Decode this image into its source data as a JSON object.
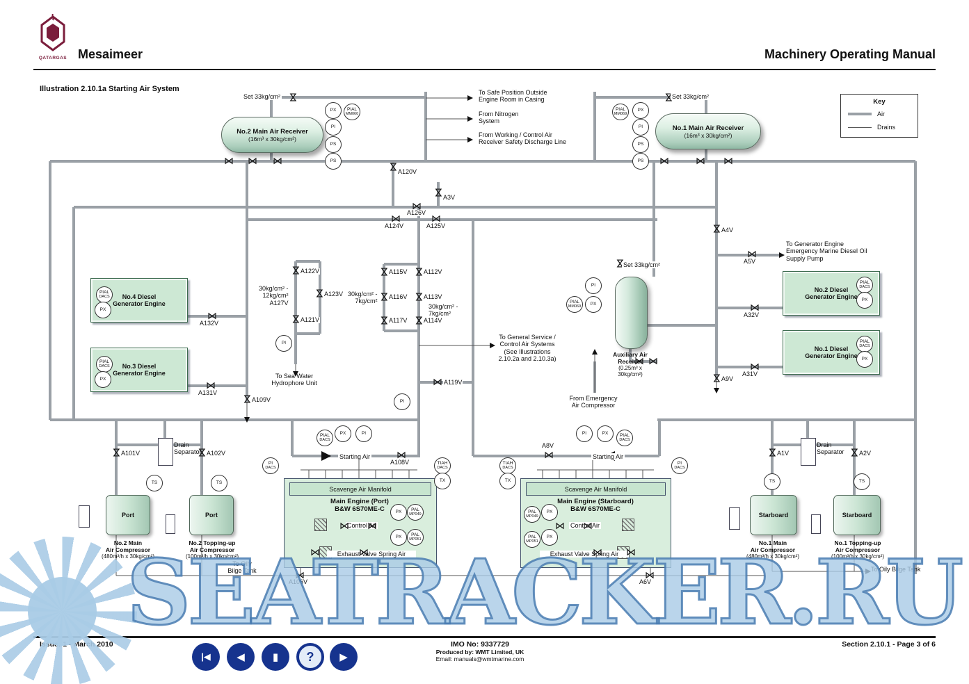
{
  "header": {
    "logo_text": "QATARGAS",
    "site": "Mesaimeer",
    "manual_title": "Machinery Operating Manual",
    "illustration_title": "Illustration 2.10.1a Starting Air System"
  },
  "key": {
    "title": "Key",
    "air_label": "Air",
    "drains_label": "Drains"
  },
  "icons": {
    "valve": "⋈"
  },
  "receivers": {
    "no2": {
      "name": "No.2 Main Air Receiver",
      "spec": "(16m³ x 30kg/cm²)"
    },
    "no1": {
      "name": "No.1 Main Air Receiver",
      "spec": "(16m³ x 30kg/cm²)"
    },
    "aux": {
      "name": "Auxiliary Air\nReceiver",
      "spec": "(0.25m³ x\n30kg/cm²)"
    }
  },
  "generators": [
    {
      "name": "No.4 Diesel\nGenerator Engine"
    },
    {
      "name": "No.3 Diesel\nGenerator Engine"
    },
    {
      "name": "No.2 Diesel\nGenerator Engine"
    },
    {
      "name": "No.1 Diesel\nGenerator Engine"
    }
  ],
  "main_engines": {
    "port": {
      "name": "Main Engine (Port)\nB&W 6S70ME-C",
      "manifold": "Scavenge Air Manifold",
      "control_air": "Control Air",
      "exhaust_air": "Exhaust Valve Spring Air"
    },
    "starboard": {
      "name": "Main Engine (Starboard)\nB&W 6S70ME-C",
      "manifold": "Scavenge Air Manifold",
      "control_air": "Control Air",
      "exhaust_air": "Exhaust Valve Spring Air"
    }
  },
  "compressors": [
    {
      "tag": "Port",
      "name": "No.2 Main\nAir Compressor",
      "spec": "(480m³/h x 30kg/cm²)"
    },
    {
      "tag": "Port",
      "name": "No.2 Topping-up\nAir Compressor",
      "spec": "(100m³/h x 30kg/cm²)"
    },
    {
      "tag": "Starboard",
      "name": "No.1 Main\nAir Compressor",
      "spec": "(480m³/h x 30kg/cm²)"
    },
    {
      "tag": "Starboard",
      "name": "No.1 Topping-up\nAir Compressor",
      "spec": "(100m³/h x 30kg/cm²)"
    }
  ],
  "valves": {
    "a120v": "A120V",
    "a3v": "A3V",
    "a126v": "A126V",
    "a124v": "A124V",
    "a125v": "A125V",
    "a4v": "A4V",
    "a5v": "A5V",
    "a122v": "A122V",
    "a123v": "A123V",
    "a121v": "A121V",
    "a115v": "A115V",
    "a112v": "A112V",
    "a116v": "A116V",
    "a113v": "A113V",
    "a117v": "A117V",
    "a114v": "A114V",
    "a132v": "A132V",
    "a32v": "A32V",
    "a131v": "A131V",
    "a31v": "A31V",
    "a9v": "A9V",
    "a109v": "A109V",
    "a119v": "A119V",
    "a101v": "A101V",
    "a102v": "A102V",
    "a108v": "A108V",
    "a8v": "A8V",
    "a1v": "A1V",
    "a2v": "A2V",
    "a106v": "A106V",
    "a6v": "A6V"
  },
  "instruments": [
    {
      "l": "PX"
    },
    {
      "l": "PIAL",
      "s": "MM060"
    },
    {
      "l": "PI"
    },
    {
      "l": "PS"
    },
    {
      "l": "PS"
    },
    {
      "l": "PIAL",
      "s": "MM069"
    },
    {
      "l": "PX"
    },
    {
      "l": "PI"
    },
    {
      "l": "PS"
    },
    {
      "l": "PS"
    },
    {
      "l": "PIAL",
      "s": "DACS"
    },
    {
      "l": "PX"
    },
    {
      "l": "PIAL",
      "s": "DACS"
    },
    {
      "l": "PX"
    },
    {
      "l": "PIAL",
      "s": "DACS"
    },
    {
      "l": "PX"
    },
    {
      "l": "PIAL",
      "s": "DACS"
    },
    {
      "l": "PX"
    },
    {
      "l": "PI"
    },
    {
      "l": "PI"
    },
    {
      "l": "PI"
    },
    {
      "l": "PIAL",
      "s": "MM069"
    },
    {
      "l": "PX"
    },
    {
      "l": "PIAL",
      "s": "DACS"
    },
    {
      "l": "PX"
    },
    {
      "l": "PI"
    },
    {
      "l": "PI",
      "s": "DACS"
    },
    {
      "l": "TIAH",
      "s": "DACS"
    },
    {
      "l": "TX"
    },
    {
      "l": "PX"
    },
    {
      "l": "PAL",
      "s": "MP049"
    },
    {
      "l": "PX"
    },
    {
      "l": "PAL",
      "s": "MP051"
    },
    {
      "l": "PI"
    },
    {
      "l": "PX"
    },
    {
      "l": "PIAL",
      "s": "DACS"
    },
    {
      "l": "TIAH",
      "s": "DACS"
    },
    {
      "l": "TX"
    },
    {
      "l": "PI",
      "s": "DACS"
    },
    {
      "l": "PAL",
      "s": "MP049"
    },
    {
      "l": "PX"
    },
    {
      "l": "PAL",
      "s": "MP051"
    },
    {
      "l": "PX"
    },
    {
      "l": "TS"
    },
    {
      "l": "TS"
    },
    {
      "l": "TS"
    },
    {
      "l": "TS"
    }
  ],
  "annotations": {
    "set_pressure": "Set 33kg/cm²",
    "to_safe_position": "To Safe Position Outside\nEngine Room in Casing",
    "from_nitrogen": "From Nitrogen\nSystem",
    "from_working_control": "From Working / Control Air\nReceiver Safety Discharge Line",
    "reducer_12": "30kg/cm² -\n12kg/cm²\nA127V",
    "reducer_7": "30kg/cm² -\n7kg/cm²",
    "to_sea_water": "To Sea Water\nHydrophore Unit",
    "to_general_service": "To General Service /\nControl Air Systems\n(See Illustrations\n2.10.2a and 2.10.3a)",
    "from_emergency": "From Emergency\nAir Compressor",
    "to_generator_engine": "To Generator Engine\nEmergency Marine Diesel Oil\nSupply Pump",
    "drain_separator": "Drain\nSeparator",
    "starting_air": "Starting Air",
    "to_oily_bilge_2": "To Oily\nBilge Tank",
    "to_oily_bilge": "To Oily Bilge Tank"
  },
  "footer": {
    "issue": "Issue: 1  -  March 2010",
    "imo": "IMO No: 9337729",
    "produced_by": "Produced by: WMT Limited, UK",
    "email": "Email: manuals@wmtmarine.com",
    "section": "Section 2.10.1  -  Page 3 of 6"
  },
  "nav": {
    "first": "|◀",
    "prev": "◀",
    "stop": "▮",
    "help": "?",
    "next": "▶"
  },
  "watermark": {
    "text": "SEATRACKER.RU"
  }
}
